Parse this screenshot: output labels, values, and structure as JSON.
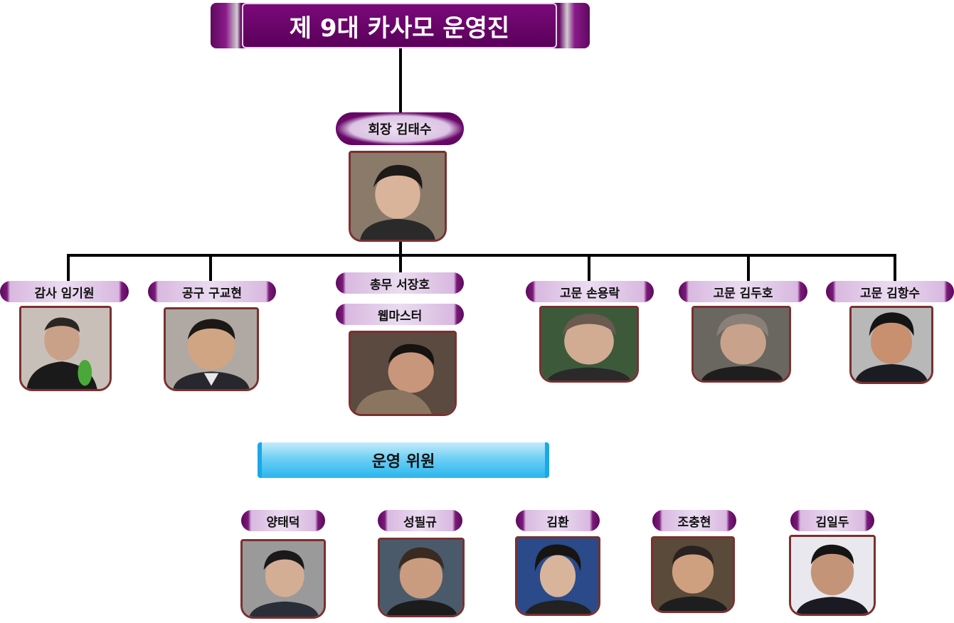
{
  "title": "제 9대 카사모 운영진",
  "president": {
    "label": "회장 김태수"
  },
  "officers": [
    {
      "label": "감사 임기원"
    },
    {
      "label": "공구 구교현"
    },
    {
      "label": "총무 서장호",
      "label2": "웹마스터"
    },
    {
      "label": "고문 손용락"
    },
    {
      "label": "고문 김두호"
    },
    {
      "label": "고문 김항수"
    }
  ],
  "committee": {
    "title": "운영 위원",
    "members": [
      {
        "label": "양태덕"
      },
      {
        "label": "성필규"
      },
      {
        "label": "김환"
      },
      {
        "label": "조충현"
      },
      {
        "label": "김일두"
      }
    ]
  }
}
